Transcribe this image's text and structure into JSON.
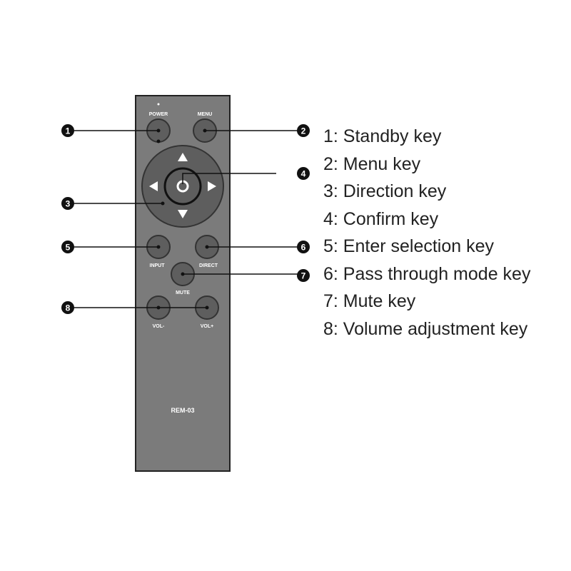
{
  "remote": {
    "model": "REM-03",
    "labels": {
      "power": "POWER",
      "menu": "MENU",
      "input": "INPUT",
      "direct": "DIRECT",
      "mute": "MUTE",
      "vol_down": "VOL-",
      "vol_up": "VOL+"
    },
    "body_color": "#7b7b7b",
    "button_color": "#5e5e5e"
  },
  "callouts": [
    "1",
    "2",
    "3",
    "4",
    "5",
    "6",
    "7",
    "8"
  ],
  "legend": [
    "1: Standby key",
    "2: Menu key",
    "3: Direction key",
    "4: Confirm key",
    "5: Enter selection key",
    "6: Pass through mode key",
    "7: Mute key",
    "8: Volume adjustment key"
  ]
}
